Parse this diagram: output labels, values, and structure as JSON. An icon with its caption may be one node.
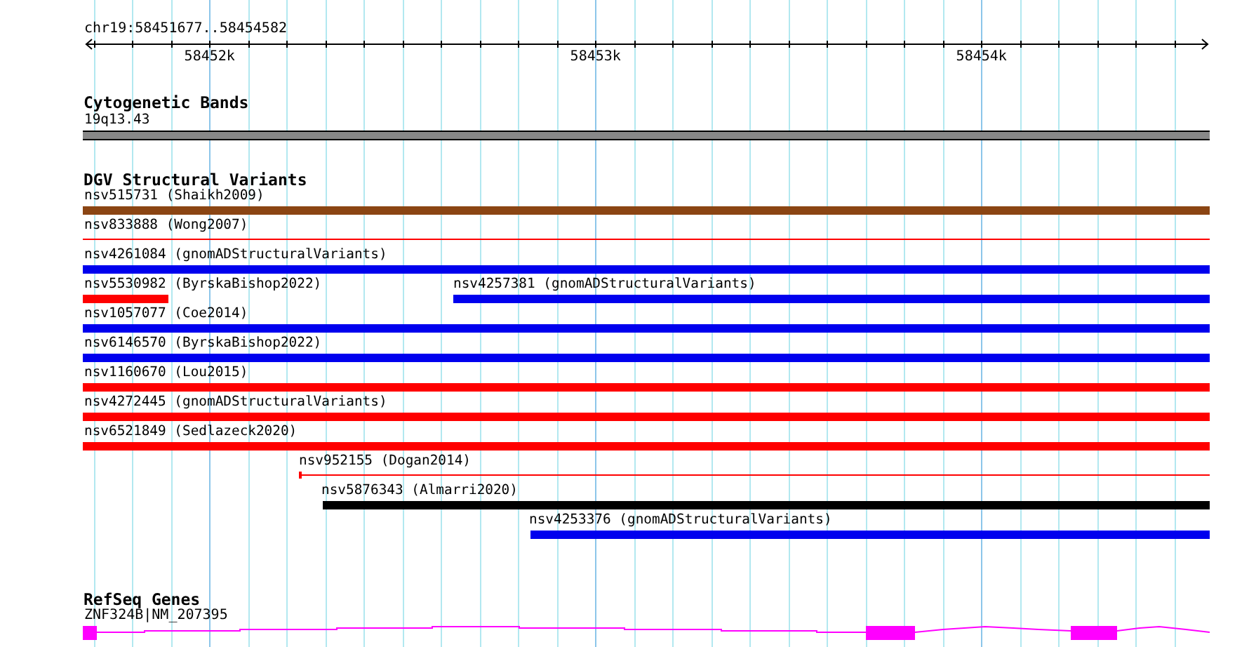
{
  "diagram": {
    "nodes": [
      {
        "text": [
          "19q13.43"
        ]
      },
      {
        "text": [
          "nsv515731 (Shaikh2009)"
        ]
      },
      {
        "text": [
          "nsv833888 (Wong2007)"
        ]
      },
      {
        "text": [
          "nsv4261084 (gnomADStructuralVariants)"
        ]
      },
      {
        "text": [
          "nsv5530982 (ByrskaBishop2022)"
        ]
      },
      {
        "text": [
          "nsv4257381 (gnomADStructuralVariants)"
        ]
      },
      {
        "text": [
          "nsv1057077 (Coe2014)"
        ]
      },
      {
        "text": [
          "nsv6146570 (ByrskaBishop2022)"
        ]
      },
      {
        "text": [
          "nsv1160670 (Lou2015)"
        ]
      },
      {
        "text": [
          "nsv4272445 (gnomADStructuralVariants)"
        ]
      },
      {
        "text": [
          "nsv6521849 (Sedlazeck2020)"
        ]
      },
      {
        "text": [
          "nsv952155 (Dogan2014)"
        ]
      },
      {
        "text": [
          "nsv5876343 (Almarri2020)"
        ]
      },
      {
        "text": [
          "nsv4253376 (gnomADStructuralVariants)"
        ]
      },
      {
        "text": [
          "ZNF324B|NM_207395"
        ]
      }
    ],
    "labels": [
      "chr19:58451677..58454582",
      "58452k",
      "58453k",
      "58454k",
      "Cytogenetic Bands",
      "DGV Structural Variants",
      "RefSeq Genes"
    ]
  }
}
